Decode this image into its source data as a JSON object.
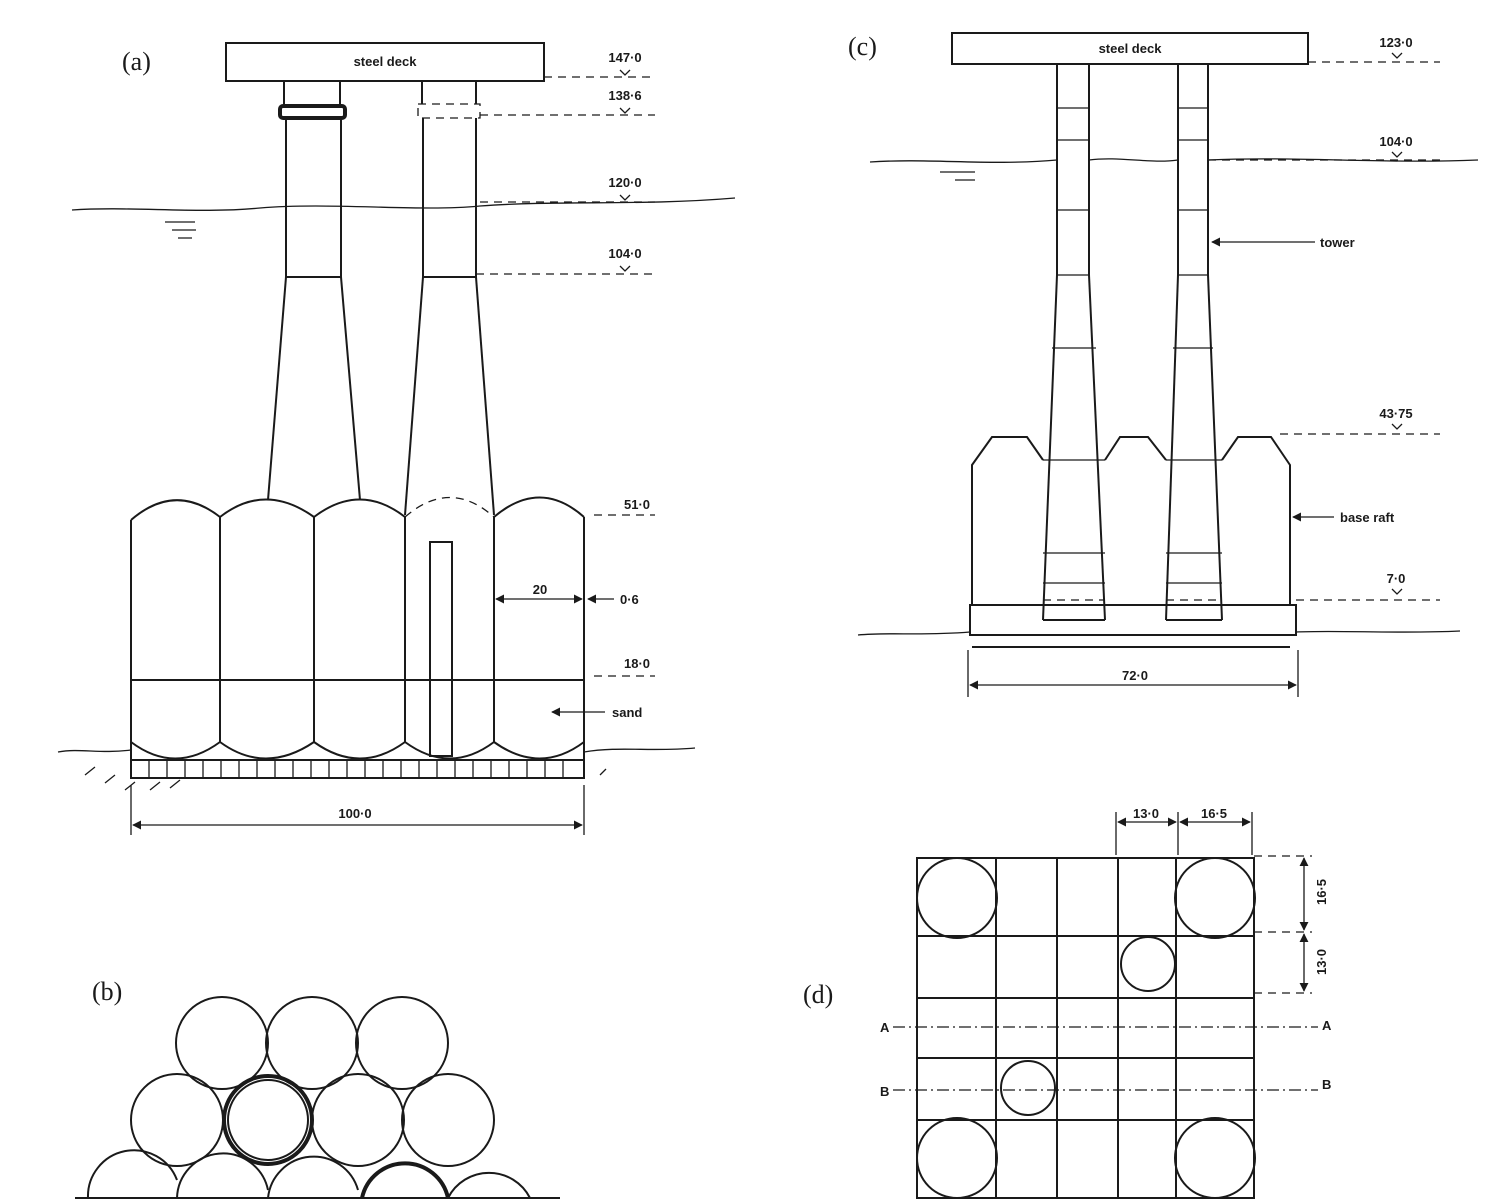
{
  "panels": {
    "a": {
      "label": "(a)",
      "deck_label": "steel deck",
      "levels": [
        "147·0",
        "138·6",
        "120·0",
        "104·0",
        "51·0",
        "18·0"
      ],
      "cell_width": "20",
      "wall": "0·6",
      "fill_label": "sand",
      "base_width": "100·0"
    },
    "b": {
      "label": "(b)"
    },
    "c": {
      "label": "(c)",
      "deck_label": "steel deck",
      "levels": [
        "123·0",
        "104·0",
        "43·75",
        "7·0"
      ],
      "tower_label": "tower",
      "raft_label": "base raft",
      "base_width": "72·0"
    },
    "d": {
      "label": "(d)",
      "dims_top": [
        "13·0",
        "16·5"
      ],
      "dims_side": [
        "16·5",
        "13·0"
      ],
      "section_labels": [
        "A",
        "A",
        "B",
        "B"
      ]
    }
  }
}
